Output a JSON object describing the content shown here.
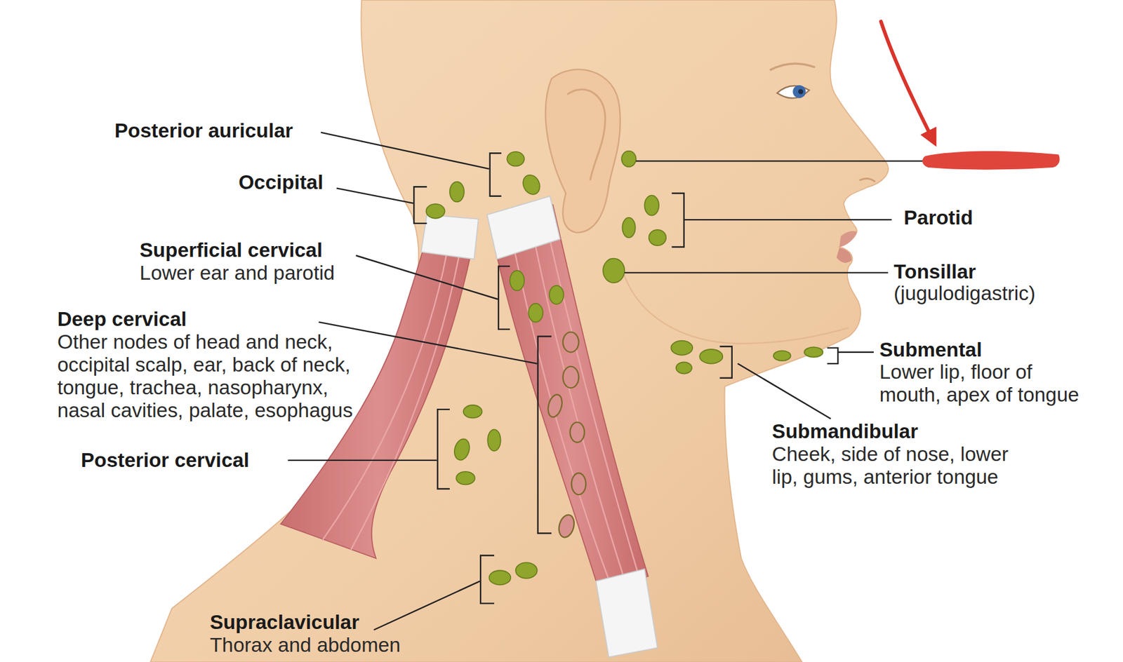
{
  "diagram": {
    "labels": [
      "Posterior auricular",
      "Occipital",
      "Superficial cervical",
      "Lower ear and parotid",
      "Deep cervical",
      "Other nodes of head and neck, occipital scalp, ear, back of neck, tongue, trachea, nasopharynx, nasal cavities, palate, esophagus",
      "Posterior cervical",
      "Supraclavicular",
      "Thorax and abdomen",
      "Parotid",
      "Tonsillar",
      "(jugulodigastric)",
      "Submental",
      "Lower lip, floor of mouth, apex of tongue",
      "Submandibular",
      "Cheek, side of nose, lower lip, gums, anterior tongue"
    ]
  }
}
